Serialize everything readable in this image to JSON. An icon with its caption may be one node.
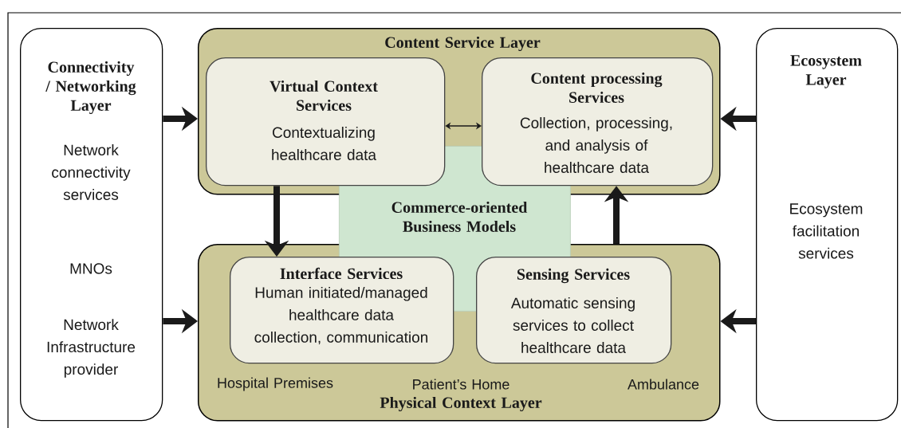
{
  "diagram": {
    "nodes": [
      {
        "text": [
          "Connectivity / Networking Layer",
          "Network connectivity services",
          "MNOs",
          "Network Infrastructure provider"
        ]
      },
      {
        "text": [
          "Content Service Layer"
        ]
      },
      {
        "text": [
          "Virtual Context Services",
          "Contextualizing healthcare data"
        ],
        "in": 1
      },
      {
        "text": [
          "Content processing Services",
          "Collection, processing, and analysis of healthcare data"
        ],
        "in": 1
      },
      {
        "text": [
          "Hospital Premises",
          "Patient’s Home",
          "Ambulance",
          "Physical Context Layer"
        ]
      },
      {
        "text": [
          "Interface Services",
          "Human initiated/managed healthcare data collection, communication"
        ],
        "in": 4
      },
      {
        "text": [
          "Sensing Services",
          "Automatic sensing services to collect healthcare data"
        ],
        "in": 4
      },
      {
        "text": [
          "Commerce-oriented Business Models"
        ]
      },
      {
        "text": [
          "Ecosystem Layer",
          "Ecosystem facilitation services"
        ]
      }
    ],
    "edges": [
      {
        "from": 0,
        "to": 1,
        "arrow": "to"
      },
      {
        "from": 0,
        "to": 4,
        "arrow": "to"
      },
      {
        "from": 8,
        "to": 1,
        "arrow": "to"
      },
      {
        "from": 8,
        "to": 4,
        "arrow": "to"
      },
      {
        "from": 2,
        "to": 3,
        "arrow": "both"
      },
      {
        "from": 2,
        "to": 5,
        "arrow": "to"
      },
      {
        "from": 4,
        "to": 3,
        "arrow": "to"
      }
    ]
  }
}
